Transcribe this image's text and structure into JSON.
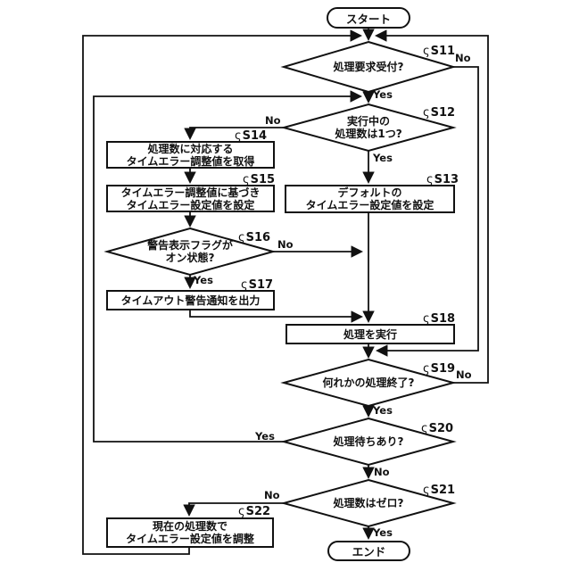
{
  "diagram": {
    "type": "flowchart",
    "step_marker": "ς",
    "colors": {
      "line": "#111111",
      "background": "#ffffff"
    },
    "labels": {
      "yes": "Yes",
      "no": "No"
    },
    "nodes": {
      "start": {
        "text": "スタート"
      },
      "s11": {
        "id": "S11",
        "line1": "処理要求受付?"
      },
      "s12": {
        "id": "S12",
        "line1": "実行中の",
        "line2": "処理数は1つ?"
      },
      "s13": {
        "id": "S13",
        "line1": "デフォルトの",
        "line2": "タイムエラー設定値を設定"
      },
      "s14": {
        "id": "S14",
        "line1": "処理数に対応する",
        "line2": "タイムエラー調整値を取得"
      },
      "s15": {
        "id": "S15",
        "line1": "タイムエラー調整値に基づき",
        "line2": "タイムエラー設定値を設定"
      },
      "s16": {
        "id": "S16",
        "line1": "警告表示フラグが",
        "line2": "オン状態?"
      },
      "s17": {
        "id": "S17",
        "line1": "タイムアウト警告通知を出力"
      },
      "s18": {
        "id": "S18",
        "line1": "処理を実行"
      },
      "s19": {
        "id": "S19",
        "line1": "何れかの処理終了?"
      },
      "s20": {
        "id": "S20",
        "line1": "処理待ちあり?"
      },
      "s21": {
        "id": "S21",
        "line1": "処理数はゼロ?"
      },
      "s22": {
        "id": "S22",
        "line1": "現在の処理数で",
        "line2": "タイムエラー設定値を調整"
      },
      "end": {
        "text": "エンド"
      }
    }
  }
}
